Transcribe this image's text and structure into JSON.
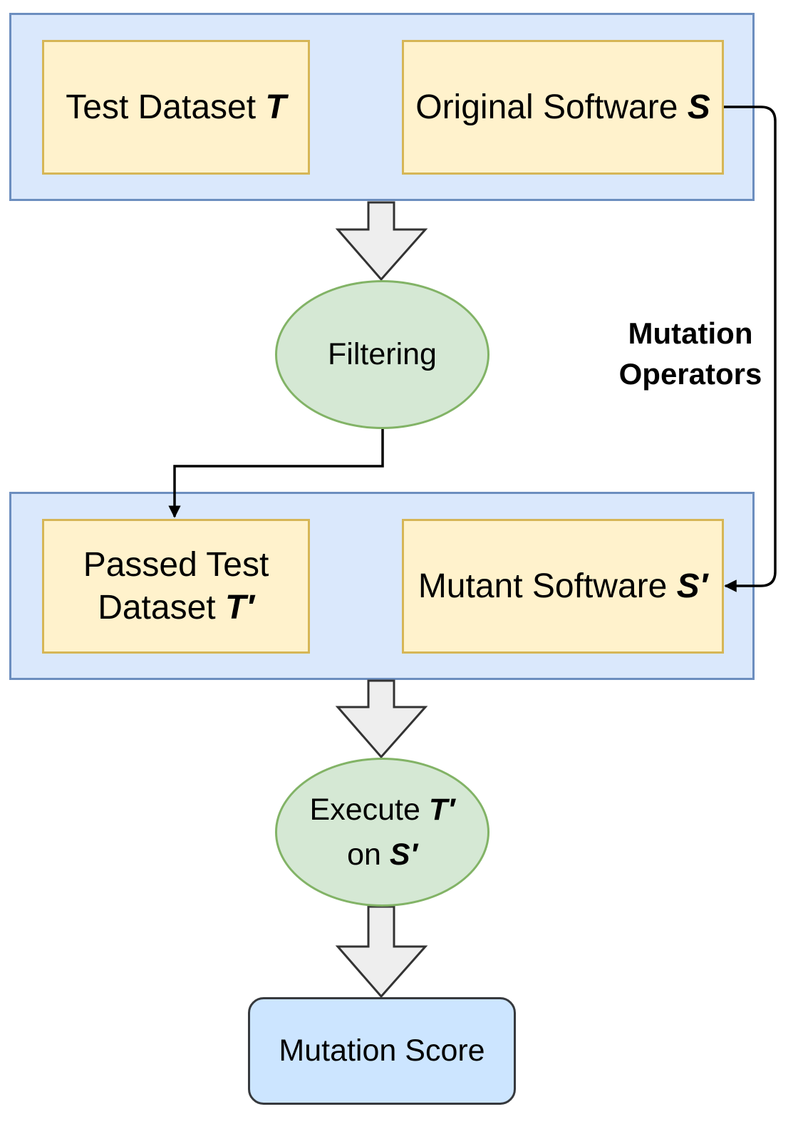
{
  "nodes": {
    "test_dataset": {
      "text": "Test Dataset ",
      "symbol": "T"
    },
    "original_software": {
      "text": "Original Software ",
      "symbol": "S"
    },
    "filtering": {
      "text": "Filtering"
    },
    "passed_test_dataset": {
      "line1": "Passed Test",
      "line2": "Dataset ",
      "symbol": "T′"
    },
    "mutant_software": {
      "text": "Mutant Software ",
      "symbol": "S′"
    },
    "execute": {
      "line1": "Execute ",
      "symbol1": "T′",
      "line2": "on ",
      "symbol2": "S′"
    },
    "mutation_score": {
      "text": "Mutation Score"
    }
  },
  "edges": {
    "mutation_operators": {
      "line1": "Mutation",
      "line2": "Operators"
    }
  },
  "colors": {
    "group_fill": "#dae8fc",
    "group_stroke": "#6c8ebf",
    "box_fill": "#fff2cc",
    "box_stroke": "#d6b656",
    "ellipse_fill": "#d5e8d4",
    "ellipse_stroke": "#82b366",
    "score_fill": "#cce5ff",
    "score_stroke": "#36393d",
    "arrow_fill": "#eeeeee",
    "arrow_stroke": "#333333"
  }
}
